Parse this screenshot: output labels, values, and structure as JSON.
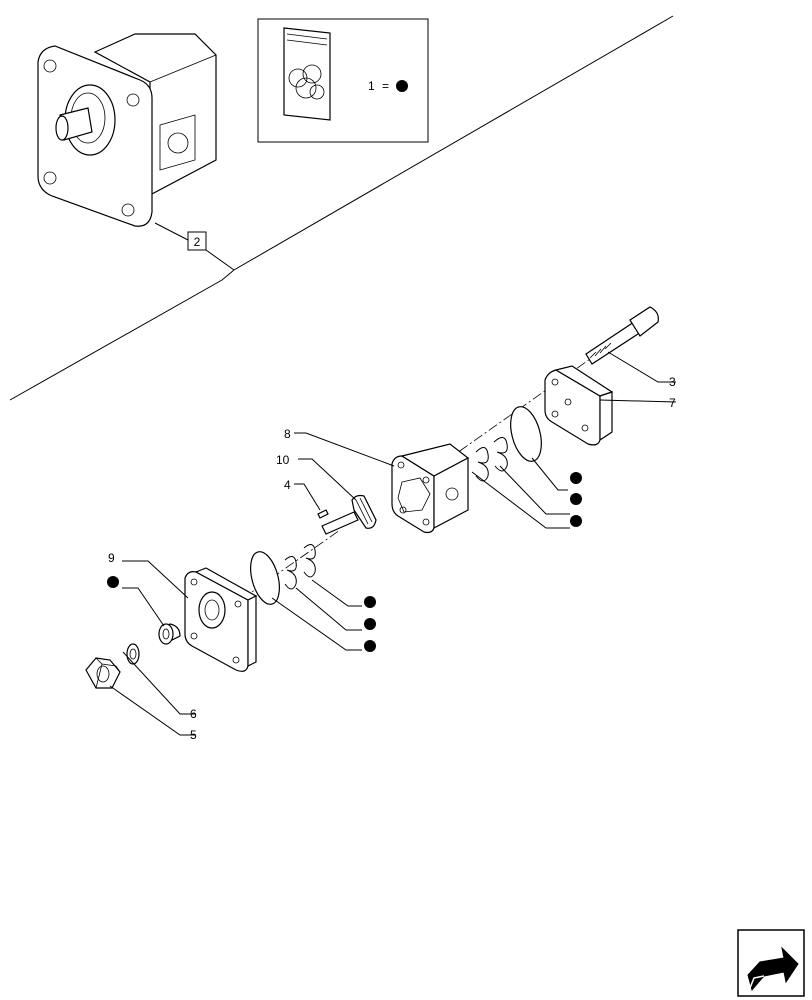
{
  "kit_legend": {
    "number": "1",
    "equals": "="
  },
  "ref_box_label": "2",
  "callouts": {
    "c3": "3",
    "c4": "4",
    "c5": "5",
    "c6": "6",
    "c7": "7",
    "c8": "8",
    "c9": "9",
    "c10": "10"
  },
  "icons": {
    "kit_dot": "filled-circle",
    "nav_arrow": "next-page-arrow-icon"
  }
}
